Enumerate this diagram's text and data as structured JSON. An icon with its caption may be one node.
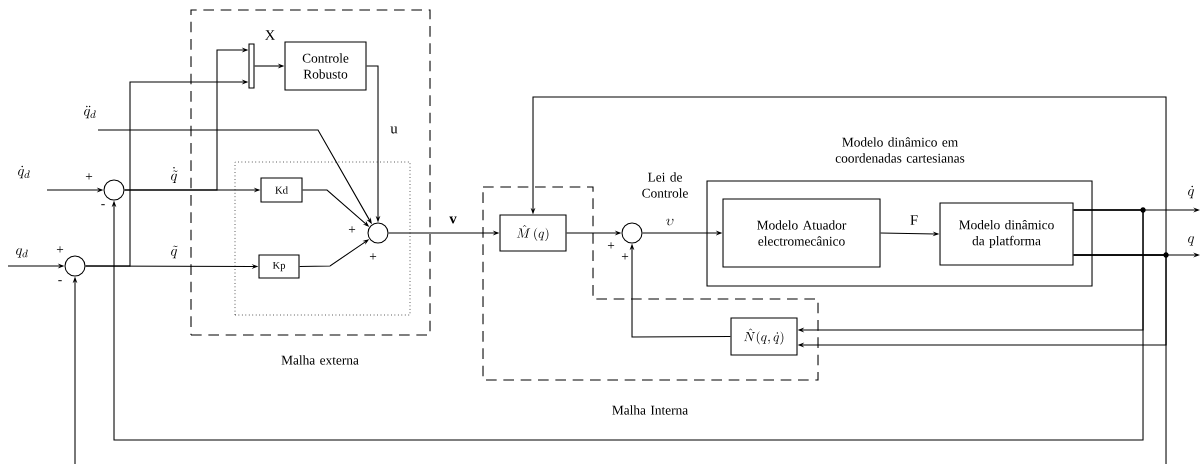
{
  "diagram": {
    "nodes": [
      {
        "text": [
          "Malha externa"
        ]
      },
      {
        "text": [],
        "shape": "box",
        "in": 0
      },
      {
        "text": [],
        "shape": "bar",
        "in": 0
      },
      {
        "text": [
          "Controle Robusto"
        ],
        "in": 0
      },
      {
        "text": [
          "Kd"
        ],
        "in": 1
      },
      {
        "text": [
          "Kp"
        ],
        "in": 1
      },
      {
        "text": [],
        "shape": "circle",
        "in": 1,
        "beside": [
          "+",
          "+"
        ]
      },
      {
        "text": [],
        "shape": "circle",
        "beside": [
          "+",
          "-"
        ]
      },
      {
        "text": [],
        "shape": "circle",
        "beside": [
          "+",
          "-"
        ]
      },
      {
        "text": [
          "Malha Interna"
        ]
      },
      {
        "text": [
          "\\hat{M}\\,(q)"
        ],
        "in": 9
      },
      {
        "text": [],
        "shape": "circle",
        "beside": [
          "+",
          "+",
          "Lei de Controle"
        ]
      },
      {
        "text": [
          "Modelo dinâmico em coordenadas cartesianas"
        ]
      },
      {
        "text": [
          "Modelo Atuador electromecânico"
        ],
        "in": 12
      },
      {
        "text": [
          "Modelo dinâmico da platforma"
        ],
        "in": 12
      },
      {
        "text": [
          "\\hat{N}(q,\\dot{q})"
        ],
        "in": 9
      }
    ],
    "edges": [
      {
        "from": null,
        "to": 8,
        "arrow": "to",
        "label": "q_d"
      },
      {
        "from": null,
        "to": 7,
        "arrow": "to",
        "label": "\\dot{q}_d"
      },
      {
        "from": null,
        "to": 6,
        "arrow": "to",
        "label": "\\ddot{q}_d"
      },
      {
        "from": 7,
        "to": 4,
        "arrow": "to",
        "label": "\\dot{\\tilde{q}}"
      },
      {
        "from": 8,
        "to": 5,
        "arrow": "to",
        "label": "\\tilde{q}"
      },
      {
        "from": 7,
        "to": 2,
        "arrow": "to"
      },
      {
        "from": 8,
        "to": 2,
        "arrow": "to"
      },
      {
        "from": 2,
        "to": 3,
        "arrow": "to",
        "label": "\\mathrm{X}"
      },
      {
        "from": 3,
        "to": 6,
        "arrow": "to",
        "label": "\\mathrm{u}"
      },
      {
        "from": 4,
        "to": 6,
        "arrow": "to"
      },
      {
        "from": 5,
        "to": 6,
        "arrow": "to"
      },
      {
        "from": 6,
        "to": 10,
        "arrow": "to",
        "label": "\\mathbf{v}"
      },
      {
        "from": 10,
        "to": 11,
        "arrow": "to"
      },
      {
        "from": 11,
        "to": 13,
        "arrow": "to",
        "label": "\\upsilon"
      },
      {
        "from": 13,
        "to": 14,
        "arrow": "to",
        "label": "\\mathrm{F}"
      },
      {
        "from": 14,
        "to": null,
        "arrow": "to",
        "label": "\\dot{q}"
      },
      {
        "from": 14,
        "to": null,
        "arrow": "to",
        "label": "q"
      },
      {
        "from": 14,
        "to": 15,
        "arrow": "to"
      },
      {
        "from": 14,
        "to": 15,
        "arrow": "to"
      },
      {
        "from": 14,
        "to": 7,
        "arrow": "to"
      },
      {
        "from": 14,
        "to": 10,
        "arrow": "to"
      },
      {
        "from": 14,
        "to": null,
        "arrow": "none"
      },
      {
        "from": null,
        "to": 8,
        "arrow": "to"
      },
      {
        "from": 15,
        "to": 11,
        "arrow": "to"
      }
    ]
  }
}
